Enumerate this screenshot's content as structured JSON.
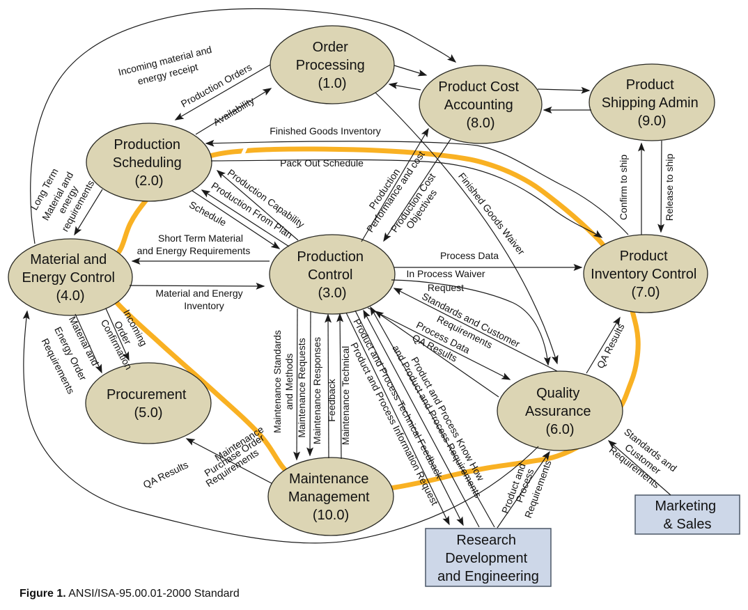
{
  "figure": {
    "caption": {
      "label": "Figure 1.",
      "text": "ANSI/ISA-95.00.01-2000 Standard"
    },
    "standard": "ANSI/ISA-95.00.01-2000"
  },
  "colors": {
    "background": "#FFFFFF",
    "node_fill": "#DCD5B4",
    "node_stroke": "#2A2A24",
    "external_fill": "#CDD7E8",
    "external_stroke": "#4A5766",
    "boundary": "#F9B123",
    "line": "#1A1A1A",
    "text": "#111111"
  },
  "nodes": [
    {
      "id": "order-processing",
      "label": "Order Processing",
      "number": "(1.0)",
      "lines": [
        "Order",
        "Processing",
        "(1.0)"
      ]
    },
    {
      "id": "product-cost-accounting",
      "label": "Product Cost Accounting",
      "number": "(8.0)",
      "lines": [
        "Product Cost",
        "Accounting",
        "(8.0)"
      ]
    },
    {
      "id": "product-shipping-admin",
      "label": "Product Shipping Admin",
      "number": "(9.0)",
      "lines": [
        "Product",
        "Shipping Admin",
        "(9.0)"
      ]
    },
    {
      "id": "production-scheduling",
      "label": "Production Scheduling",
      "number": "(2.0)",
      "lines": [
        "Production",
        "Scheduling",
        "(2.0)"
      ]
    },
    {
      "id": "material-energy-control",
      "label": "Material and Energy Control",
      "number": "(4.0)",
      "lines": [
        "Material and",
        "Energy Control",
        "(4.0)"
      ]
    },
    {
      "id": "production-control",
      "label": "Production Control",
      "number": "(3.0)",
      "lines": [
        "Production",
        "Control",
        "(3.0)"
      ]
    },
    {
      "id": "product-inventory-control",
      "label": "Product Inventory Control",
      "number": "(7.0)",
      "lines": [
        "Product",
        "Inventory Control",
        "(7.0)"
      ]
    },
    {
      "id": "procurement",
      "label": "Procurement",
      "number": "(5.0)",
      "lines": [
        "Procurement",
        "(5.0)"
      ]
    },
    {
      "id": "quality-assurance",
      "label": "Quality Assurance",
      "number": "(6.0)",
      "lines": [
        "Quality",
        "Assurance",
        "(6.0)"
      ]
    },
    {
      "id": "maintenance-management",
      "label": "Maintenance Management",
      "number": "(10.0)",
      "lines": [
        "Maintenance",
        "Management",
        "(10.0)"
      ]
    }
  ],
  "externals": [
    {
      "id": "research-development-engineering",
      "label": "Research Development and Engineering",
      "lines": [
        "Research",
        "Development",
        "and Engineering"
      ]
    },
    {
      "id": "marketing-sales",
      "label": "Marketing & Sales",
      "lines": [
        "Marketing",
        "& Sales"
      ]
    }
  ],
  "flows": [
    {
      "id": "incoming-material-energy-receipt",
      "from": "material-energy-control",
      "to": "product-cost-accounting",
      "label": "Incoming material and energy receipt",
      "lines": [
        "Incoming material and",
        "energy receipt"
      ]
    },
    {
      "id": "production-orders",
      "from": "order-processing",
      "to": "production-scheduling",
      "label": "Production Orders",
      "lines": [
        "Production Orders"
      ]
    },
    {
      "id": "availability",
      "from": "production-scheduling",
      "to": "order-processing",
      "label": "Availability",
      "lines": [
        "Availability"
      ]
    },
    {
      "id": "order-processing-to-product-cost-accounting",
      "from": "order-processing",
      "to": "product-cost-accounting",
      "label": "",
      "lines": []
    },
    {
      "id": "product-cost-accounting-to-order-processing",
      "from": "product-cost-accounting",
      "to": "order-processing",
      "label": "",
      "lines": []
    },
    {
      "id": "finished-goods-inventory",
      "from": "product-inventory-control",
      "to": "production-scheduling",
      "label": "Finished Goods Inventory",
      "lines": [
        "Finished Goods Inventory"
      ]
    },
    {
      "id": "pack-out-schedule",
      "from": "production-scheduling",
      "to": "product-inventory-control",
      "label": "Pack Out Schedule",
      "lines": [
        "Pack Out Schedule"
      ]
    },
    {
      "id": "long-term-material-energy-requirements",
      "from": "production-scheduling",
      "to": "material-energy-control",
      "label": "Long Term Material and energy requirements",
      "lines": [
        "Long Term",
        "Material and",
        "energy",
        "requirements"
      ]
    },
    {
      "id": "production-capability",
      "from": "production-control",
      "to": "production-scheduling",
      "label": "Production Capability",
      "lines": [
        "Production Capability"
      ]
    },
    {
      "id": "production-from-plan",
      "from": "production-control",
      "to": "production-scheduling",
      "label": "Production From Plan",
      "lines": [
        "Production From Plan"
      ]
    },
    {
      "id": "schedule",
      "from": "production-scheduling",
      "to": "production-control",
      "label": "Schedule",
      "lines": [
        "Schedule"
      ]
    },
    {
      "id": "short-term-material-energy-requirements",
      "from": "production-control",
      "to": "material-energy-control",
      "label": "Short Term Material and Energy Requirements",
      "lines": [
        "Short Term Material",
        "and Energy Requirements"
      ]
    },
    {
      "id": "material-energy-inventory",
      "from": "material-energy-control",
      "to": "production-control",
      "label": "Material and Energy Inventory",
      "lines": [
        "Material and Energy",
        "Inventory"
      ]
    },
    {
      "id": "material-energy-order-requirements",
      "from": "material-energy-control",
      "to": "procurement",
      "label": "Material and Energy Order Requirements",
      "lines": [
        "Material and",
        "Energy Order",
        "Requirements"
      ]
    },
    {
      "id": "incoming-order-confirmation",
      "from": "material-energy-control",
      "to": "procurement",
      "label": "Incoming Order Confirmation",
      "lines": [
        "Incoming",
        "Order",
        "Confirmation"
      ]
    },
    {
      "id": "maintenance-purchase-order-requirements",
      "from": "maintenance-management",
      "to": "procurement",
      "label": "Maintenance Purchase Order Requirements",
      "lines": [
        "Maintenance",
        "Purchase Order",
        "Requirements"
      ]
    },
    {
      "id": "qa-results-material-energy-control",
      "from": "quality-assurance",
      "to": "material-energy-control",
      "label": "QA Results",
      "lines": [
        "QA Results"
      ]
    },
    {
      "id": "maintenance-standards-methods",
      "from": "production-control",
      "to": "maintenance-management",
      "label": "Maintenance Standards and Methods",
      "lines": [
        "Maintenance Standards",
        "and Methods"
      ]
    },
    {
      "id": "maintenance-requests",
      "from": "production-control",
      "to": "maintenance-management",
      "label": "Maintenance Requests",
      "lines": [
        "Maintenance Requests"
      ]
    },
    {
      "id": "maintenance-responses",
      "from": "maintenance-management",
      "to": "production-control",
      "label": "Maintenance Responses",
      "lines": [
        "Maintenance Responses"
      ]
    },
    {
      "id": "maintenance-technical-feedback",
      "from": "maintenance-management",
      "to": "production-control",
      "label": "Feedback Maintenance Technical",
      "lines": [
        "Feedback",
        "Maintenance Technical"
      ]
    },
    {
      "id": "product-process-technical-feedback",
      "from": "production-control",
      "to": "research-development-engineering",
      "label": "Product and Process Technical Feedback",
      "lines": [
        "Product and Process Technical Feedback"
      ]
    },
    {
      "id": "product-process-information-request",
      "from": "production-control",
      "to": "research-development-engineering",
      "label": "Product and Process Information Request",
      "lines": [
        "Product and Process Information Request"
      ]
    },
    {
      "id": "product-process-requirements-to-production-control",
      "from": "research-development-engineering",
      "to": "production-control",
      "label": "and Product and Process  Requirements",
      "lines": [
        "and Product and Process  Requirements"
      ]
    },
    {
      "id": "product-process-know-how",
      "from": "research-development-engineering",
      "to": "production-control",
      "label": "Product and Process Know How",
      "lines": [
        "Product and Process Know How"
      ]
    },
    {
      "id": "process-data-product-inventory-control",
      "from": "production-control",
      "to": "product-inventory-control",
      "label": "Process Data",
      "lines": [
        "Process Data"
      ]
    },
    {
      "id": "in-process-waiver-request",
      "from": "production-control",
      "to": "quality-assurance",
      "label": "In Process Waiver Request",
      "lines": [
        "In Process Waiver",
        "Request"
      ]
    },
    {
      "id": "standards-customer-requirements-production-control",
      "from": "quality-assurance",
      "to": "production-control",
      "label": "Standards and Customer Requirements",
      "lines": [
        "Standards and Customer",
        "Requirements"
      ]
    },
    {
      "id": "process-data-quality-assurance",
      "from": "production-control",
      "to": "quality-assurance",
      "label": "Process Data",
      "lines": [
        "Process Data"
      ]
    },
    {
      "id": "qa-results-production-control",
      "from": "quality-assurance",
      "to": "production-control",
      "label": "QA Results",
      "lines": [
        "QA Results"
      ]
    },
    {
      "id": "finished-goods-waiver",
      "from": "order-processing",
      "to": "quality-assurance",
      "label": "Finished Goods Waiver",
      "lines": [
        "Finished Goods Waiver"
      ]
    },
    {
      "id": "production-performance-and-cost",
      "from": "production-control",
      "to": "product-cost-accounting",
      "label": "Production Performance and cost",
      "lines": [
        "Production",
        "Performance and cost"
      ]
    },
    {
      "id": "production-cost-objectives",
      "from": "product-cost-accounting",
      "to": "production-control",
      "label": "Production Cost Objectives",
      "lines": [
        "Production Cost",
        "Objectives"
      ]
    },
    {
      "id": "product-cost-accounting-to-shipping",
      "from": "product-cost-accounting",
      "to": "product-shipping-admin",
      "label": "",
      "lines": []
    },
    {
      "id": "shipping-to-product-cost-accounting",
      "from": "product-shipping-admin",
      "to": "product-cost-accounting",
      "label": "",
      "lines": []
    },
    {
      "id": "confirm-to-ship",
      "from": "product-inventory-control",
      "to": "product-shipping-admin",
      "label": "Confirm to ship",
      "lines": [
        "Confirm to ship"
      ]
    },
    {
      "id": "release-to-ship",
      "from": "product-shipping-admin",
      "to": "product-inventory-control",
      "label": "Release to ship",
      "lines": [
        "Release to ship"
      ]
    },
    {
      "id": "qa-results-product-inventory-control",
      "from": "quality-assurance",
      "to": "product-inventory-control",
      "label": "QA Results",
      "lines": [
        "QA Results"
      ]
    },
    {
      "id": "standards-customer-requirements-quality-assurance",
      "from": "marketing-sales",
      "to": "quality-assurance",
      "label": "Standards and Customer Requirements",
      "lines": [
        "Standards and",
        "Customer",
        "Requirements"
      ]
    },
    {
      "id": "product-process-requirements-quality-assurance",
      "from": "research-development-engineering",
      "to": "quality-assurance",
      "label": "Product and Process Requirements",
      "lines": [
        "Product and",
        "Process",
        "Requirements"
      ]
    }
  ]
}
